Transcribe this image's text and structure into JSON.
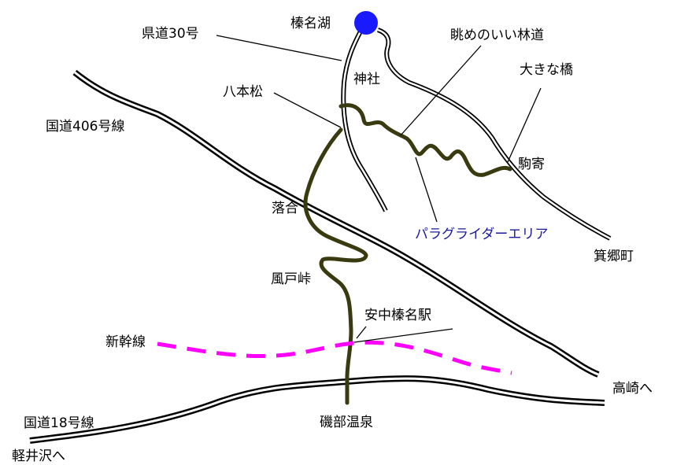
{
  "labels": {
    "lake": "榛名湖",
    "pref_road": "県道30号",
    "scenic_forest_road": "眺めのいい林道",
    "big_bridge": "大きな橋",
    "shrine": "神社",
    "happonmatsu": "八本松",
    "route406": "国道406号線",
    "komayori": "駒寄",
    "ochiai": "落合",
    "paraglider_area": "パラグライダーエリア",
    "minowa": "箕郷町",
    "kazatoge": "風戸峠",
    "annaka_haruna_station": "安中榛名駅",
    "shinkansen": "新幹線",
    "to_takasaki": "高崎へ",
    "route18": "国道18号線",
    "isobe_onsen": "磯部温泉",
    "to_karuizawa": "軽井沢へ"
  },
  "colors": {
    "lake": "#1a1aff",
    "trail": "#3a3a10",
    "shinkansen": "#ff00ff",
    "paraglider_text": "#1a1a9a",
    "road": "#000000"
  }
}
